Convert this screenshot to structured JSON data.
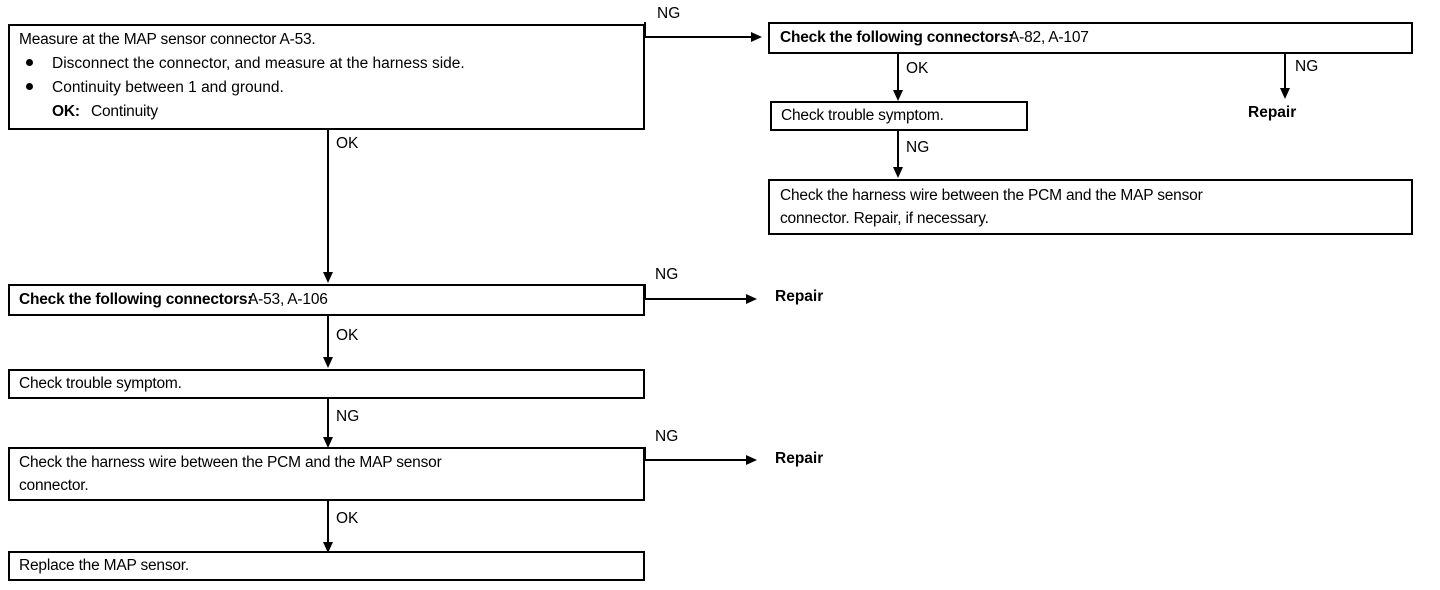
{
  "diagram": {
    "title": "MAP sensor troubleshooting flowchart",
    "ink_color": "#000000",
    "background_color": "#ffffff"
  },
  "nodes": {
    "measure_map": {
      "heading": "Measure at the MAP sensor connector A-53.",
      "bullets": [
        "Disconnect the connector, and measure at the harness side.",
        "Continuity between 1 and ground."
      ],
      "result_label": "OK:",
      "result_value": "Continuity"
    },
    "connectors_a53": {
      "bold_text": "Check the following connectors:",
      "plain_text": "A-53, A-106"
    },
    "trouble_symptom_left": {
      "text": "Check trouble symptom."
    },
    "harness_left": {
      "line1": "Check the harness wire between the PCM and the MAP sensor",
      "line2": "connector."
    },
    "replace_map": {
      "text": "Replace the MAP sensor."
    },
    "connectors_a82": {
      "bold_text": "Check the following connectors:",
      "plain_text": "A-82, A-107"
    },
    "trouble_symptom_right": {
      "text": "Check trouble symptom."
    },
    "harness_right": {
      "line1": "Check the harness wire between the PCM and the MAP sensor",
      "line2": "connector. Repair, if necessary."
    }
  },
  "terminals": {
    "repair_right_top": "Repair",
    "repair_left_mid": "Repair",
    "repair_left_low": "Repair"
  },
  "edges": [
    {
      "id": "measure-to-a82",
      "label": "NG"
    },
    {
      "id": "measure-to-a53",
      "label": "OK"
    },
    {
      "id": "a53-to-repair",
      "label": "NG"
    },
    {
      "id": "a53-to-symptom",
      "label": "OK"
    },
    {
      "id": "symptom-to-harness",
      "label": "NG"
    },
    {
      "id": "harness-to-repair",
      "label": "NG"
    },
    {
      "id": "harness-to-replace",
      "label": "OK"
    },
    {
      "id": "a82-to-symptom",
      "label": "OK"
    },
    {
      "id": "a82-to-repair",
      "label": "NG"
    },
    {
      "id": "symptomR-to-harnessR",
      "label": "NG"
    }
  ],
  "edge_labels": {
    "ng_from_measure": "NG",
    "ok_measure_to_a53": "OK",
    "ng_a53_repair": "NG",
    "ok_a53_symptom": "OK",
    "ng_symptom_harness": "NG",
    "ng_harness_repair": "NG",
    "ok_harness_replace": "OK",
    "ok_a82_symptom": "OK",
    "ng_a82_repair": "NG",
    "ng_symptomR_harnessR": "NG"
  }
}
